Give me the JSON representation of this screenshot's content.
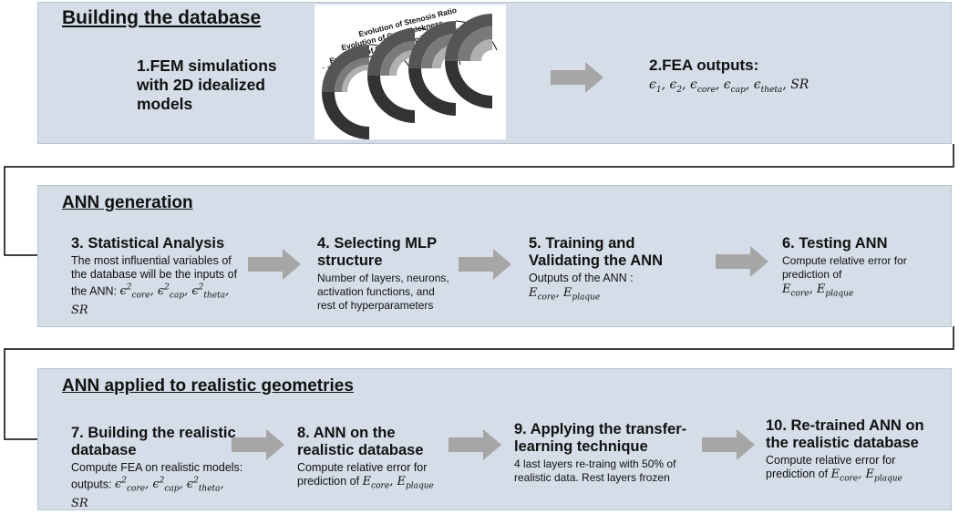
{
  "sections": {
    "database": {
      "title": "Building the database"
    },
    "ann_generation": {
      "title": "ANN generation"
    },
    "realistic": {
      "title": "ANN applied to realistic geometries"
    }
  },
  "figure": {
    "labels": [
      "Evolution of Stenosis Ratio",
      "Evolution of Core Thickness",
      "Evolution of Fibrous Cap Thickness"
    ],
    "minus": "-",
    "plus": "+"
  },
  "steps": {
    "s1": {
      "title": "1.FEM simulations with 2D idealized models"
    },
    "s2": {
      "title": "2.FEA outputs:",
      "formula": "ϵ₁, ϵ₂, ϵcore, ϵcap, ϵtheta, SR"
    },
    "s3": {
      "title": "3. Statistical Analysis",
      "desc": "The most influential variables of the database will be the inputs of the ANN:",
      "formula": "ϵ²core, ϵ²cap, ϵ²theta, SR"
    },
    "s4": {
      "title": "4. Selecting MLP structure",
      "desc": "Number of layers, neurons, activation functions, and rest of hyperparameters"
    },
    "s5": {
      "title": "5. Training and Validating the ANN",
      "desc": "Outputs of the ANN :",
      "formula": "Ecore, Eplaque"
    },
    "s6": {
      "title": "6. Testing ANN",
      "desc": "Compute relative error for prediction of",
      "formula": "Ecore, Eplaque"
    },
    "s7": {
      "title": "7. Building the realistic database",
      "desc": "Compute FEA on realistic models: outputs:",
      "formula": "ϵ²core, ϵ²cap, ϵ²theta, SR"
    },
    "s8": {
      "title": "8. ANN on the realistic database",
      "desc": "Compute relative error for prediction of",
      "formula": "Ecore, Eplaque"
    },
    "s9": {
      "title": "9. Applying the transfer-learning technique",
      "desc": "4 last layers re-traing with 50% of realistic data. Rest layers frozen"
    },
    "s10": {
      "title": "10. Re-trained ANN on the realistic database",
      "desc": "Compute relative error for prediction of",
      "formula": "Ecore, Eplaque"
    }
  },
  "colors": {
    "panel": "#d4dde8",
    "arrow": "#a6a6a6",
    "connector": "#000000"
  }
}
